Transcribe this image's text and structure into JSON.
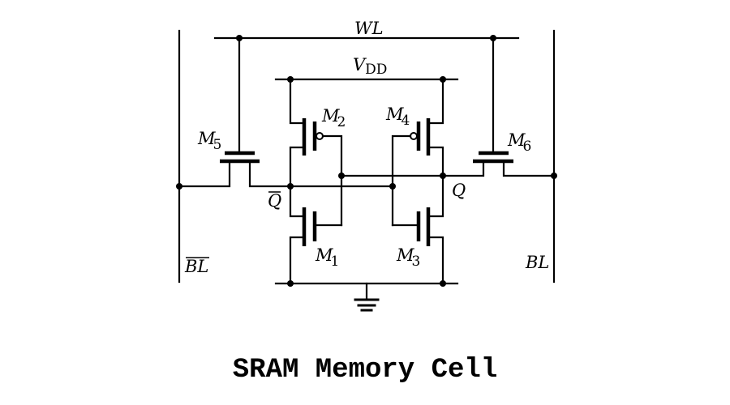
{
  "title": "SRAM Memory Cell",
  "labels": {
    "word_line": "WL",
    "vdd_main": "V",
    "vdd_sub": "DD",
    "bit_line": "BL",
    "bit_line_bar": "BL",
    "q": "Q",
    "q_bar": "Q"
  },
  "transistors": [
    {
      "id": "M1",
      "name": "M",
      "index": "1",
      "type": "nmos",
      "role": "pull-down"
    },
    {
      "id": "M2",
      "name": "M",
      "index": "2",
      "type": "pmos",
      "role": "pull-up"
    },
    {
      "id": "M3",
      "name": "M",
      "index": "3",
      "type": "nmos",
      "role": "pull-down"
    },
    {
      "id": "M4",
      "name": "M",
      "index": "4",
      "type": "pmos",
      "role": "pull-up"
    },
    {
      "id": "M5",
      "name": "M",
      "index": "5",
      "type": "nmos",
      "role": "access"
    },
    {
      "id": "M6",
      "name": "M",
      "index": "6",
      "type": "nmos",
      "role": "access"
    }
  ],
  "nets": [
    "WL",
    "VDD",
    "GND",
    "BL",
    "BL-bar",
    "Q",
    "Q-bar"
  ]
}
